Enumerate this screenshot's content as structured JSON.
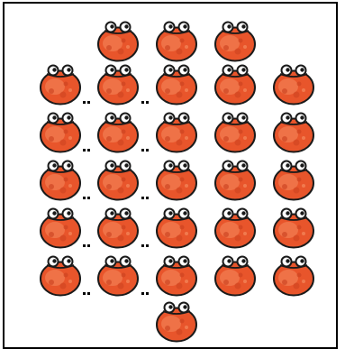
{
  "icon": "frog-icon",
  "colors": {
    "frog_body": "#e8552b",
    "frog_shade": "#c8401e",
    "frog_highlight": "#f48a5e",
    "outline": "#1a1a1a",
    "eye_white": "#ffffff"
  },
  "rows": [
    {
      "frogs": [
        2,
        3,
        4
      ],
      "dots_after": []
    },
    {
      "frogs": [
        1,
        2,
        3,
        4,
        5
      ],
      "dots_after": [
        1,
        2
      ]
    },
    {
      "frogs": [
        1,
        2,
        3,
        4,
        5
      ],
      "dots_after": [
        1,
        2
      ]
    },
    {
      "frogs": [
        1,
        2,
        3,
        4,
        5
      ],
      "dots_after": [
        1,
        2
      ]
    },
    {
      "frogs": [
        1,
        2,
        3,
        4,
        5
      ],
      "dots_after": [
        1,
        2
      ]
    },
    {
      "frogs": [
        1,
        2,
        3,
        4,
        5
      ],
      "dots_after": [
        1,
        2
      ]
    },
    {
      "frogs": [
        3
      ],
      "dots_after": []
    }
  ]
}
